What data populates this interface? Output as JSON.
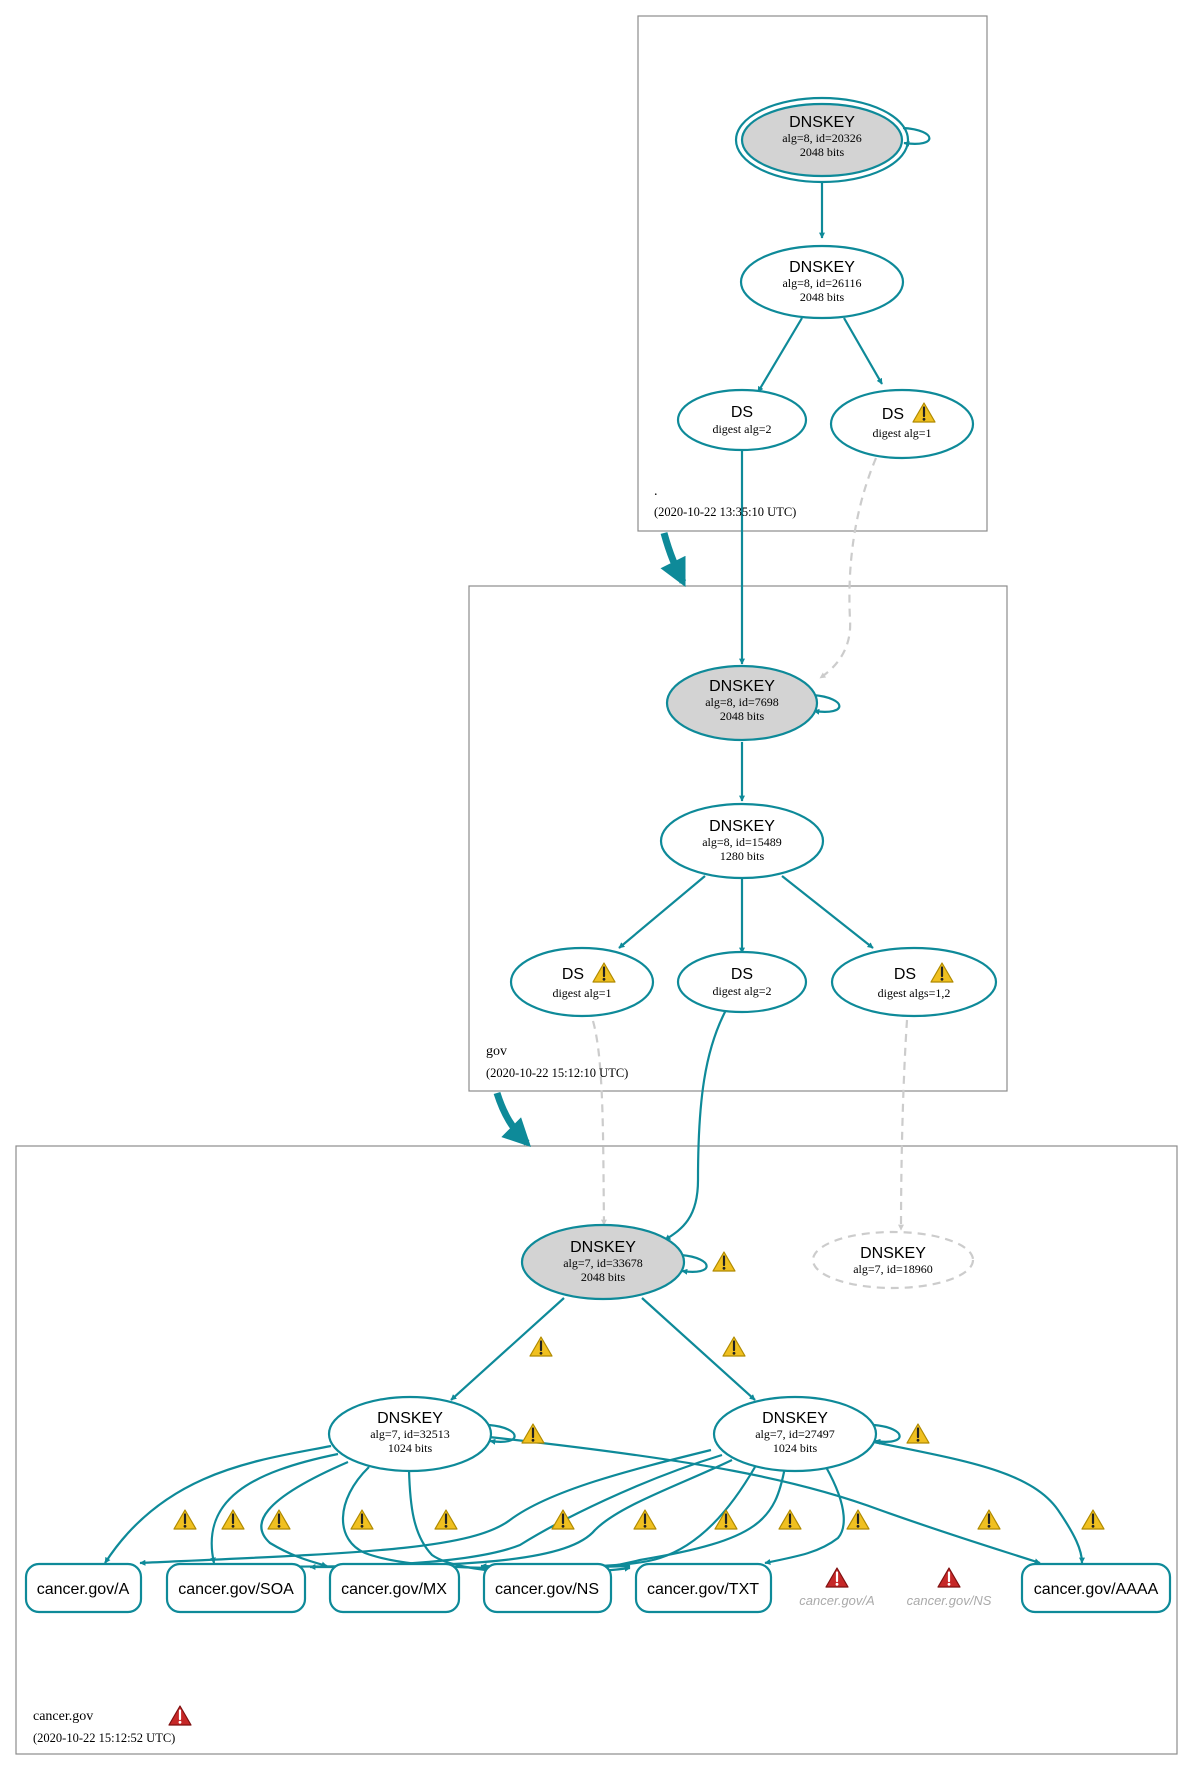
{
  "zones": {
    "root": {
      "name": ".",
      "timestamp": "(2020-10-22 13:35:10 UTC)",
      "dnskey_ksk": {
        "title": "DNSKEY",
        "line1": "alg=8, id=20326",
        "line2": "2048 bits"
      },
      "dnskey_zsk": {
        "title": "DNSKEY",
        "line1": "alg=8, id=26116",
        "line2": "2048 bits"
      },
      "ds_alg2": {
        "title": "DS",
        "line1": "digest alg=2"
      },
      "ds_alg1": {
        "title": "DS",
        "line1": "digest alg=1",
        "warning": true
      }
    },
    "gov": {
      "name": "gov",
      "timestamp": "(2020-10-22 15:12:10 UTC)",
      "dnskey_ksk": {
        "title": "DNSKEY",
        "line1": "alg=8, id=7698",
        "line2": "2048 bits"
      },
      "dnskey_zsk": {
        "title": "DNSKEY",
        "line1": "alg=8, id=15489",
        "line2": "1280 bits"
      },
      "ds_alg1": {
        "title": "DS",
        "line1": "digest alg=1",
        "warning": true
      },
      "ds_alg2": {
        "title": "DS",
        "line1": "digest alg=2"
      },
      "ds_algs12": {
        "title": "DS",
        "line1": "digest algs=1,2",
        "warning": true
      }
    },
    "cancer": {
      "name": "cancer.gov",
      "timestamp": "(2020-10-22 15:12:52 UTC)",
      "zone_error": true,
      "dnskey_ksk": {
        "title": "DNSKEY",
        "line1": "alg=7, id=33678",
        "line2": "2048 bits",
        "warning": true
      },
      "dnskey_missing": {
        "title": "DNSKEY",
        "line1": "alg=7, id=18960"
      },
      "dnskey_zsk1": {
        "title": "DNSKEY",
        "line1": "alg=7, id=32513",
        "line2": "1024 bits",
        "warning": true
      },
      "dnskey_zsk2": {
        "title": "DNSKEY",
        "line1": "alg=7, id=27497",
        "line2": "1024 bits",
        "warning": true
      },
      "rrsets": [
        "cancer.gov/A",
        "cancer.gov/SOA",
        "cancer.gov/MX",
        "cancer.gov/NS",
        "cancer.gov/TXT",
        "cancer.gov/AAAA"
      ],
      "error_rrsets": [
        "cancer.gov/A",
        "cancer.gov/NS"
      ]
    }
  },
  "colors": {
    "edge": "#0e8a99",
    "insecure_edge": "#cccccc",
    "sep_fill": "#d3d3d3",
    "warning": "#f0c020",
    "error": "#c62828"
  },
  "icons": {
    "warning": "warning-icon",
    "error": "error-icon"
  }
}
